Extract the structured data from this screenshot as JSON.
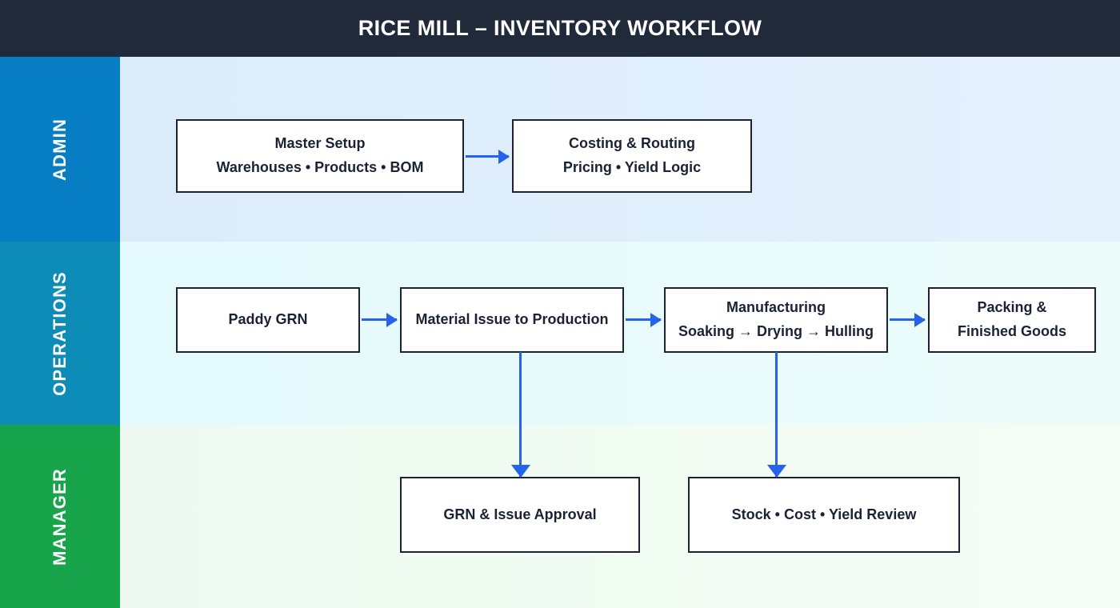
{
  "header": {
    "title": "RICE MILL – INVENTORY WORKFLOW"
  },
  "lanes": [
    {
      "id": "admin",
      "label": "ADMIN"
    },
    {
      "id": "operations",
      "label": "OPERATIONS"
    },
    {
      "id": "manager",
      "label": "MANAGER"
    }
  ],
  "nodes": {
    "master_setup": {
      "line1": "Master Setup",
      "line2": "Warehouses • Products • BOM"
    },
    "costing": {
      "line1": "Costing & Routing",
      "line2": "Pricing • Yield Logic"
    },
    "paddy_grn": {
      "line1": "Paddy GRN",
      "line2": ""
    },
    "material_issue": {
      "line1": "Material Issue to Production",
      "line2": ""
    },
    "manufacturing": {
      "line1": "Manufacturing",
      "line2": "Soaking → Drying → Hulling"
    },
    "packing": {
      "line1": "Packing &",
      "line2": "Finished Goods"
    },
    "grn_approval": {
      "line1": "GRN & Issue Approval",
      "line2": ""
    },
    "stock_review": {
      "line1": "Stock • Cost • Yield Review",
      "line2": ""
    }
  },
  "colors": {
    "header_bg": "#212a3a",
    "admin_tab": "#077dc4",
    "operations_tab": "#0c8cb6",
    "manager_tab": "#17a44a",
    "admin_lane_bg": "#e0eefc",
    "operations_lane_bg": "#e8fbfc",
    "manager_lane_bg": "#f1fbf3",
    "node_border": "#1a2233",
    "node_bg": "#ffffff",
    "arrow": "#2563eb",
    "text": "#1a2233"
  }
}
